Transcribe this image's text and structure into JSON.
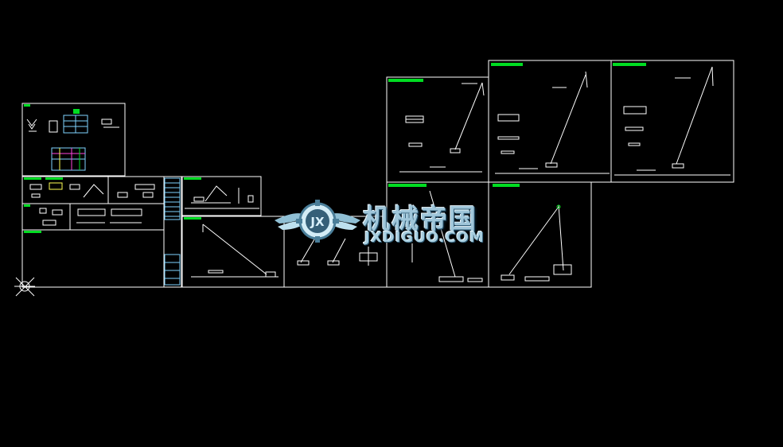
{
  "viewport": {
    "background": "#000000",
    "stroke": "#ffffff",
    "title_bar_color": "#00dd22",
    "detail_color": "#7fd4ff"
  },
  "icons": {
    "ucs": "ucs-axis-icon",
    "watermark": "gear-wings-logo-icon"
  },
  "watermark": {
    "title_cn": "机械帝国",
    "title_en": "JXDIGUO.COM",
    "logo_letters": "JX"
  }
}
